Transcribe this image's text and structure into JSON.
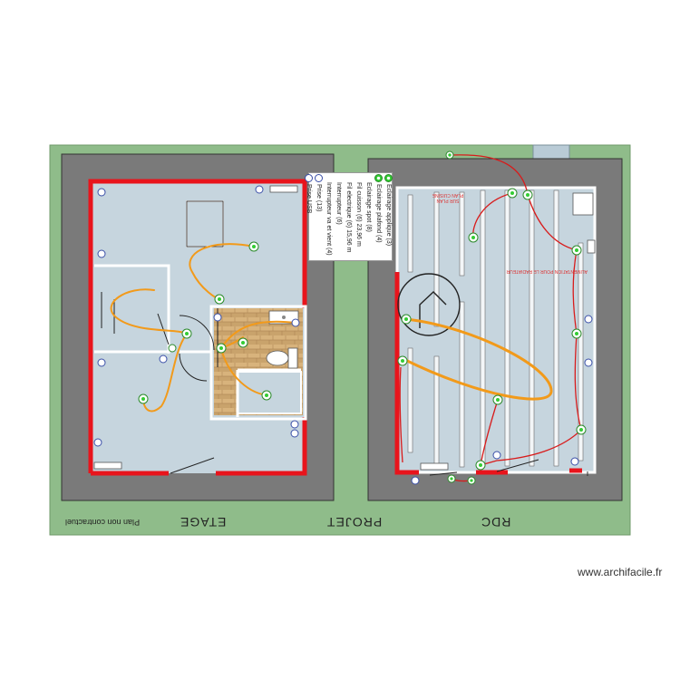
{
  "labels": {
    "etage": "ETAGE",
    "projet": "PROJET",
    "rdc": "RDC",
    "note": "Plan non contractuel",
    "credit": "www.archifacile.fr",
    "plan_cuisine": "PLAN CUISINE",
    "cuisine_sub": "SUR PLAN",
    "radiateur": "ALIMENTATION POUR LE RADIATEUR"
  },
  "legend": {
    "items": [
      {
        "symbol": "green",
        "text": "Eclairage applique (3)"
      },
      {
        "symbol": "green",
        "text": "Eclairage plafond (4)"
      },
      {
        "symbol": "none",
        "text": "Eclairage spot (8)"
      },
      {
        "symbol": "none",
        "text": "Fil cuisson (6) 23,96 m"
      },
      {
        "symbol": "none",
        "text": "Fil electrique (6) 15,96 m"
      },
      {
        "symbol": "none",
        "text": "Interrupteur (6)"
      },
      {
        "symbol": "none",
        "text": "Interrupteur va et vient (4)"
      },
      {
        "symbol": "blue",
        "text": "Prise (13)"
      },
      {
        "symbol": "blue",
        "text": "Prise USB"
      }
    ]
  },
  "colors": {
    "ground": "#8fbc8a",
    "wall": "#7a7a7a",
    "exterior_wall": "#e8141c",
    "floor": "#c6d5de",
    "wire": "#f29a1a",
    "circuit": "#d81b1b",
    "wood": "#c8a570"
  },
  "icons": [
    "socket-icon",
    "light-icon",
    "switch-icon",
    "tap-icon",
    "toilet-icon"
  ]
}
